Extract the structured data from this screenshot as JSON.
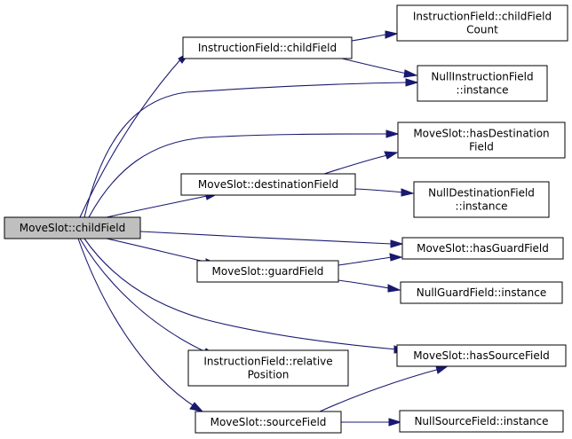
{
  "diagram": {
    "nodes": [
      {
        "id": "root",
        "lines": [
          "MoveSlot::childField"
        ],
        "root": true
      },
      {
        "id": "if_childField",
        "lines": [
          "InstructionField::childField"
        ]
      },
      {
        "id": "if_childFieldCount",
        "lines": [
          "InstructionField::childField",
          "Count"
        ]
      },
      {
        "id": "nullif_instance",
        "lines": [
          "NullInstructionField",
          "::instance"
        ]
      },
      {
        "id": "ms_hasDestinationField",
        "lines": [
          "MoveSlot::hasDestination",
          "Field"
        ]
      },
      {
        "id": "ms_destinationField",
        "lines": [
          "MoveSlot::destinationField"
        ]
      },
      {
        "id": "nulldest_instance",
        "lines": [
          "NullDestinationField",
          "::instance"
        ]
      },
      {
        "id": "ms_hasGuardField",
        "lines": [
          "MoveSlot::hasGuardField"
        ]
      },
      {
        "id": "ms_guardField",
        "lines": [
          "MoveSlot::guardField"
        ]
      },
      {
        "id": "nullguard_instance",
        "lines": [
          "NullGuardField::instance"
        ]
      },
      {
        "id": "if_relativePosition",
        "lines": [
          "InstructionField::relative",
          "Position"
        ]
      },
      {
        "id": "ms_hasSourceField",
        "lines": [
          "MoveSlot::hasSourceField"
        ]
      },
      {
        "id": "ms_sourceField",
        "lines": [
          "MoveSlot::sourceField"
        ]
      },
      {
        "id": "nullsrc_instance",
        "lines": [
          "NullSourceField::instance"
        ]
      }
    ],
    "edges": [
      {
        "from": "root",
        "to": "if_childField"
      },
      {
        "from": "root",
        "to": "nullif_instance"
      },
      {
        "from": "root",
        "to": "ms_hasDestinationField"
      },
      {
        "from": "root",
        "to": "ms_destinationField"
      },
      {
        "from": "root",
        "to": "ms_hasGuardField"
      },
      {
        "from": "root",
        "to": "ms_guardField"
      },
      {
        "from": "root",
        "to": "ms_hasSourceField"
      },
      {
        "from": "root",
        "to": "if_relativePosition"
      },
      {
        "from": "root",
        "to": "ms_sourceField"
      },
      {
        "from": "if_childField",
        "to": "if_childFieldCount"
      },
      {
        "from": "if_childField",
        "to": "nullif_instance"
      },
      {
        "from": "ms_destinationField",
        "to": "ms_hasDestinationField"
      },
      {
        "from": "ms_destinationField",
        "to": "nulldest_instance"
      },
      {
        "from": "ms_guardField",
        "to": "ms_hasGuardField"
      },
      {
        "from": "ms_guardField",
        "to": "nullguard_instance"
      },
      {
        "from": "ms_sourceField",
        "to": "ms_hasSourceField"
      },
      {
        "from": "ms_sourceField",
        "to": "nullsrc_instance"
      }
    ],
    "colors": {
      "edge": "#191970",
      "root_fill": "#bfbfbf",
      "node_border": "#000000"
    }
  }
}
